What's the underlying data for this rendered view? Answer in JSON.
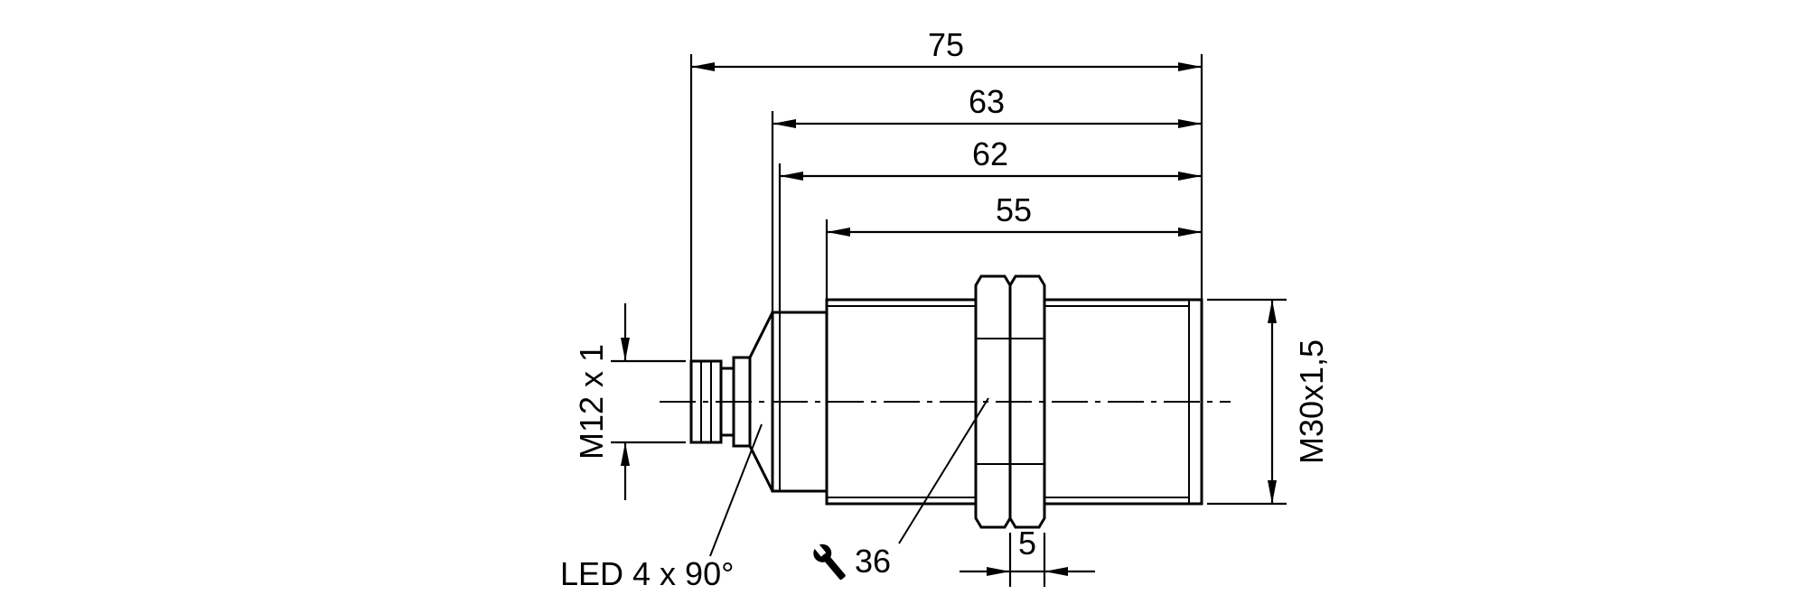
{
  "drawing": {
    "type": "technical-dimension-drawing",
    "subject": "cylindrical inductive sensor with M12 connector and hex lock nuts",
    "colors": {
      "line": "#000000",
      "background": "#ffffff"
    },
    "dimensions": {
      "overall_length": "75",
      "housing_length": "63",
      "body_length": "62",
      "thread_length": "55",
      "nut_thickness": "5",
      "wrench_size": "36"
    },
    "labels": {
      "connector_thread": "M12 x 1",
      "body_thread": "M30x1,5",
      "led": "LED 4 x 90°"
    }
  }
}
